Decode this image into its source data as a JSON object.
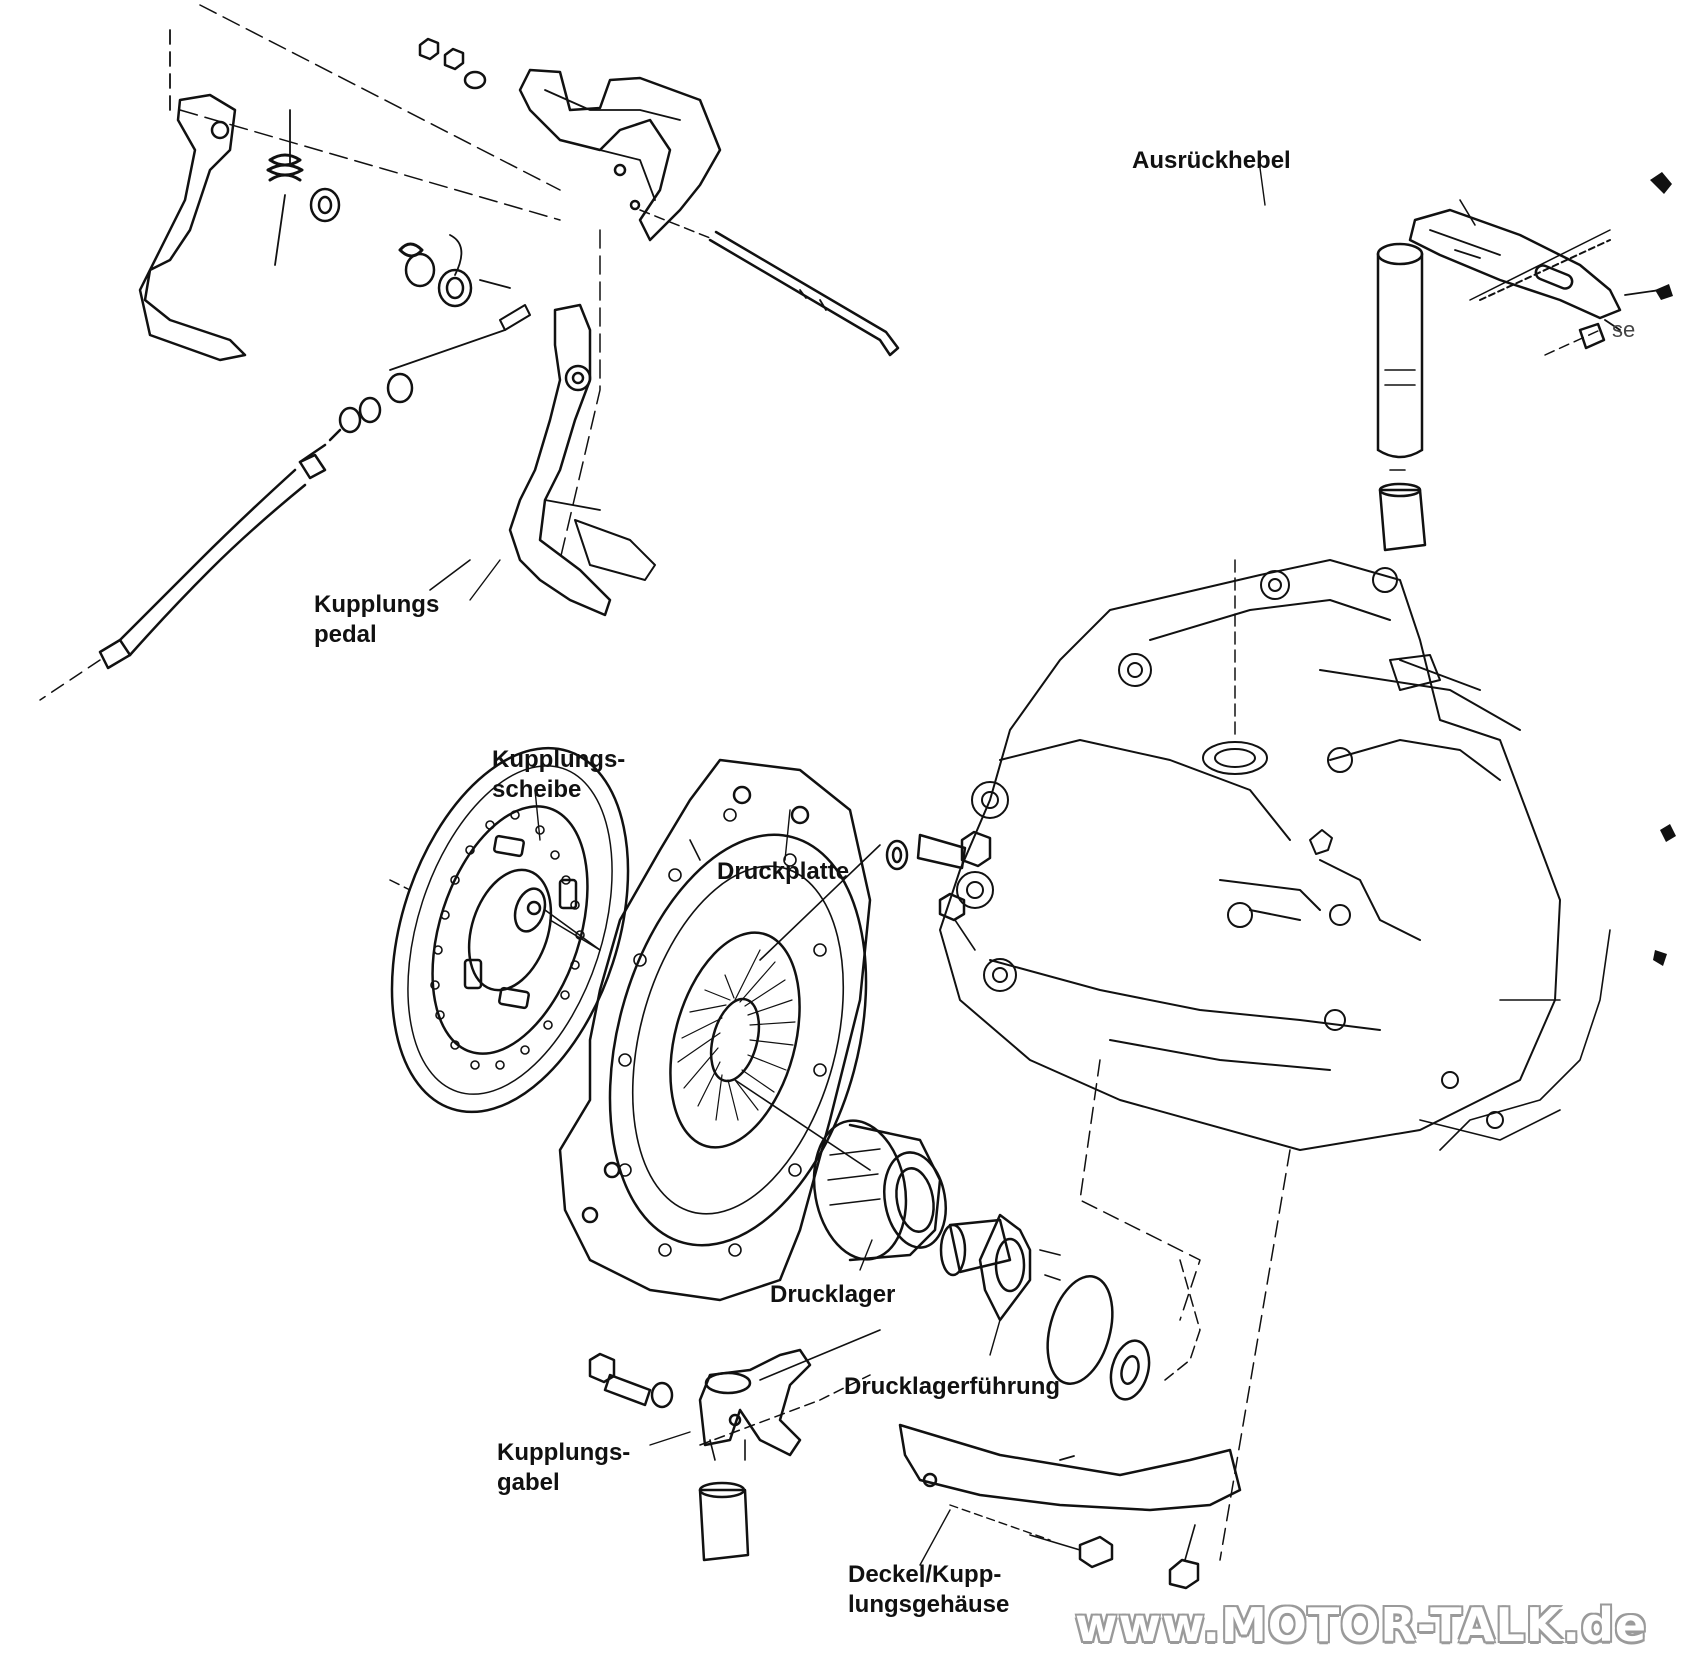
{
  "labels": {
    "ausrueckhebel": "Ausrückhebel",
    "kupplungspedal_1": "Kupplungs",
    "kupplungspedal_2": "pedal",
    "kupplungsscheibe_1": "Kupplungs-",
    "kupplungsscheibe_2": "scheibe",
    "druckplatte": "Druckplatte",
    "drucklager": "Drucklager",
    "drucklagerfuehrung": "Drucklagerführung",
    "kupplungsgabel_1": "Kupplungs-",
    "kupplungsgabel_2": "gabel",
    "deckel_1": "Deckel/Kupp-",
    "deckel_2": "lungsgehäuse"
  },
  "watermark": "www.MOTOR-TALK.de",
  "margin_text": "se",
  "colors": {
    "ink": "#111111",
    "background": "#ffffff",
    "watermark_outline": "#9a9a9a"
  }
}
